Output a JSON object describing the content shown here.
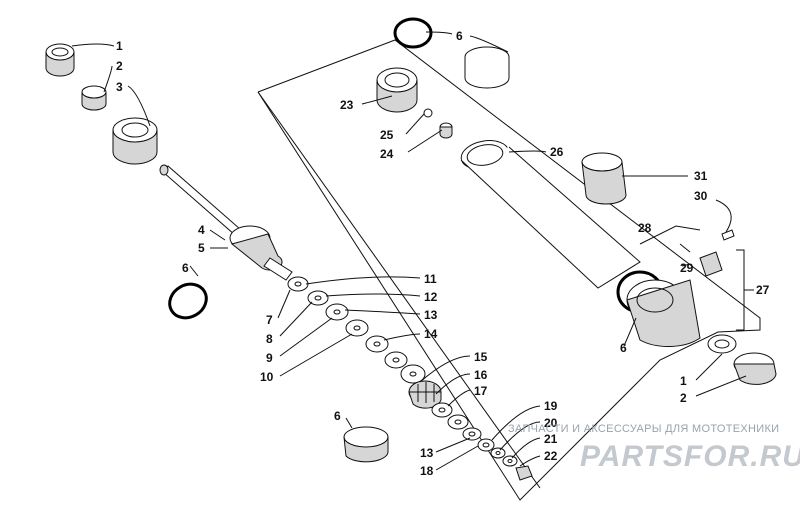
{
  "watermark": {
    "text": "ЗАПЧАСТИ И АКСЕССУАРЫ ДЛЯ МОТОТЕХНИКИ",
    "logo": "PARTSFOR.RU"
  },
  "callouts": [
    {
      "id": "c1a",
      "label": "1"
    },
    {
      "id": "c2a",
      "label": "2"
    },
    {
      "id": "c3",
      "label": "3"
    },
    {
      "id": "c4",
      "label": "4"
    },
    {
      "id": "c5",
      "label": "5"
    },
    {
      "id": "c6a",
      "label": "6"
    },
    {
      "id": "c6b",
      "label": "6"
    },
    {
      "id": "c6c",
      "label": "6"
    },
    {
      "id": "c6d",
      "label": "6"
    },
    {
      "id": "c7",
      "label": "7"
    },
    {
      "id": "c8",
      "label": "8"
    },
    {
      "id": "c9",
      "label": "9"
    },
    {
      "id": "c10",
      "label": "10"
    },
    {
      "id": "c11",
      "label": "11"
    },
    {
      "id": "c12",
      "label": "12"
    },
    {
      "id": "c13a",
      "label": "13"
    },
    {
      "id": "c13b",
      "label": "13"
    },
    {
      "id": "c14",
      "label": "14"
    },
    {
      "id": "c15",
      "label": "15"
    },
    {
      "id": "c16",
      "label": "16"
    },
    {
      "id": "c17",
      "label": "17"
    },
    {
      "id": "c18",
      "label": "18"
    },
    {
      "id": "c19",
      "label": "19"
    },
    {
      "id": "c20",
      "label": "20"
    },
    {
      "id": "c21",
      "label": "21"
    },
    {
      "id": "c22",
      "label": "22"
    },
    {
      "id": "c23",
      "label": "23"
    },
    {
      "id": "c24",
      "label": "24"
    },
    {
      "id": "c25",
      "label": "25"
    },
    {
      "id": "c26",
      "label": "26"
    },
    {
      "id": "c27",
      "label": "27"
    },
    {
      "id": "c28",
      "label": "28"
    },
    {
      "id": "c29",
      "label": "29"
    },
    {
      "id": "c30",
      "label": "30"
    },
    {
      "id": "c31",
      "label": "31"
    },
    {
      "id": "c1b",
      "label": "1"
    },
    {
      "id": "c2b",
      "label": "2"
    }
  ]
}
